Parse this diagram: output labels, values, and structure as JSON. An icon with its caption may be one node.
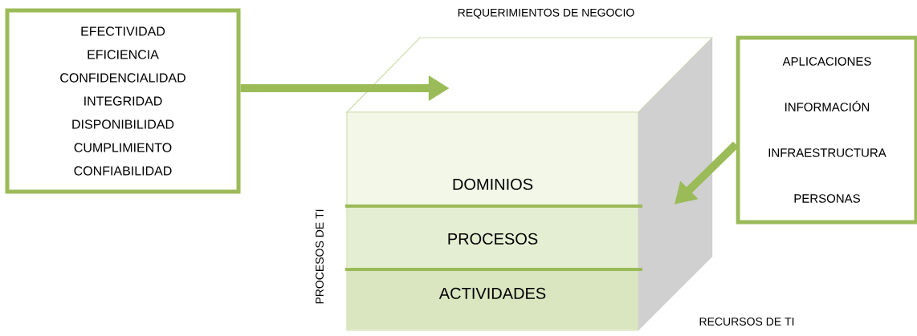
{
  "diagram": {
    "nodes": [
      {
        "text": [
          "EFECTIVIDAD",
          "EFICIENCIA",
          "CONFIDENCIALIDAD",
          "INTEGRIDAD",
          "DISPONIBILIDAD",
          "CUMPLIMIENTO",
          "CONFIABILIDAD"
        ]
      },
      {
        "text": [
          "REQUERIMIENTOS DE NEGOCIO"
        ]
      },
      {
        "text": [
          "PROCESOS DE TI"
        ]
      },
      {
        "text": [
          "DOMINIOS"
        ],
        "in": 2
      },
      {
        "text": [
          "PROCESOS"
        ],
        "in": 2
      },
      {
        "text": [
          "ACTIVIDADES"
        ],
        "in": 2
      },
      {
        "text": [
          "RECURSOS DE TI"
        ]
      },
      {
        "text": [
          "APLICACIONES",
          "INFORMACIÓN",
          "INFRAESTRUCTURA",
          "PERSONAS"
        ]
      }
    ],
    "edges": [
      {
        "from": 0,
        "to": 1,
        "arrow": "to"
      },
      {
        "from": 7,
        "to": 6,
        "arrow": "to"
      }
    ]
  }
}
